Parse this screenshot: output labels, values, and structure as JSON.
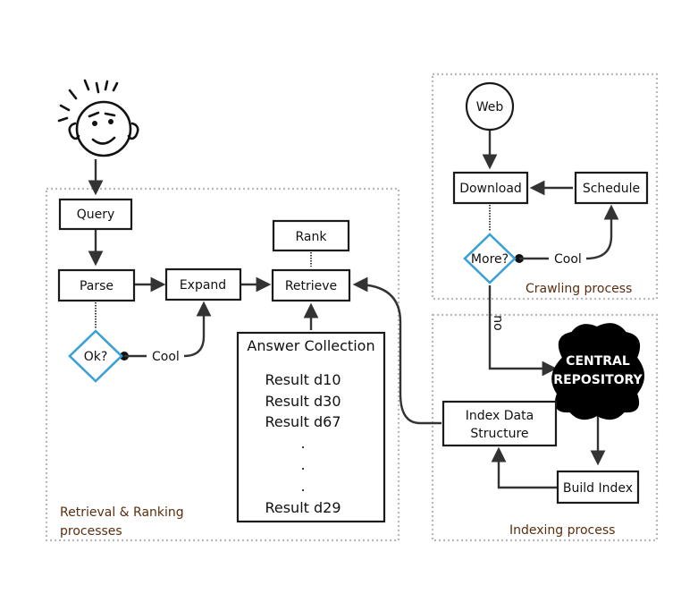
{
  "nodes": {
    "query": "Query",
    "parse": "Parse",
    "expand": "Expand",
    "retrieve": "Retrieve",
    "rank": "Rank",
    "ok": "Ok?",
    "cool_left": "Cool",
    "answer_title": "Answer Collection",
    "results": [
      "Result d10",
      "Result d30",
      "Result d67",
      ".",
      ".",
      ".",
      "Result d29"
    ],
    "web": "Web",
    "download": "Download",
    "schedule": "Schedule",
    "more": "More?",
    "cool_right": "Cool",
    "no": "no",
    "central_line1": "CENTRAL",
    "central_line2": "REPOSITORY",
    "index_line1": "Index Data",
    "index_line2": "Structure",
    "build_index": "Build Index"
  },
  "regions": {
    "retrieval_line1": "Retrieval & Ranking",
    "retrieval_line2": "processes",
    "crawling": "Crawling process",
    "indexing": "Indexing process"
  },
  "colors": {
    "diamond_stroke": "#3aa0d8",
    "region_label": "#5a2e0e",
    "region_border": "#b8b8b8"
  }
}
